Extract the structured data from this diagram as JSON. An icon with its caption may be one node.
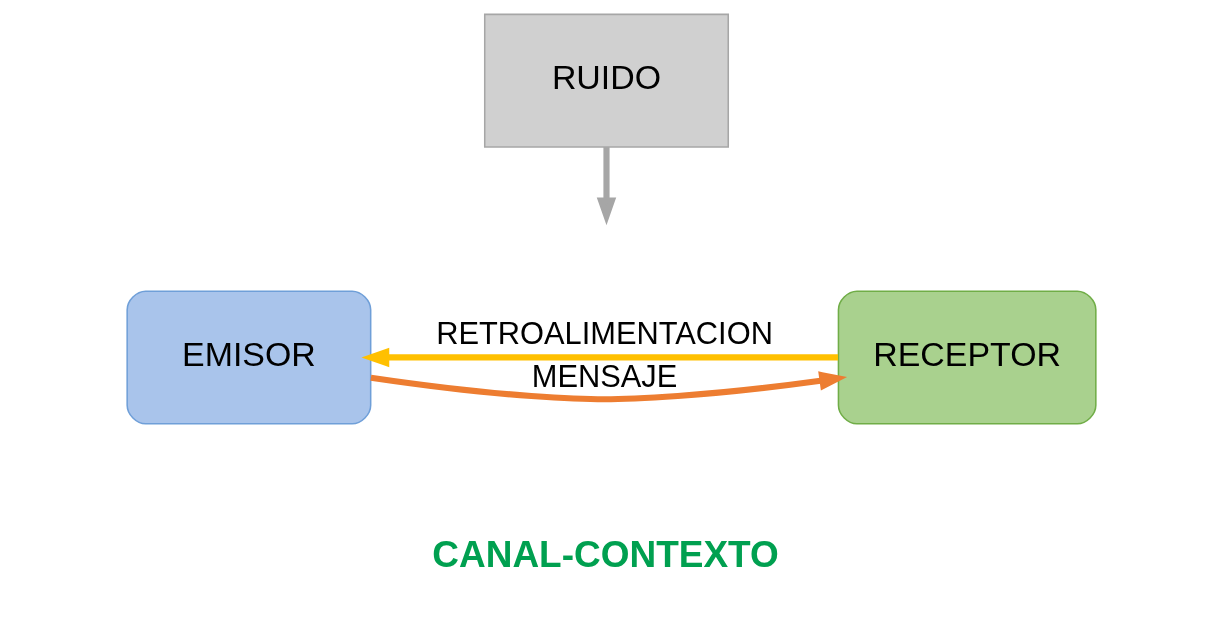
{
  "diagram": {
    "nodes": [
      {
        "text": [
          "RUIDO"
        ]
      },
      {
        "text": [
          "EMISOR"
        ]
      },
      {
        "text": [
          "RECEPTOR"
        ]
      }
    ],
    "edges": [
      {
        "from": 0,
        "to": null,
        "arrow": "to",
        "color": "#a6a6a6"
      },
      {
        "from": 1,
        "to": 2,
        "arrow": "to",
        "label": "MENSAJE",
        "color": "#ed7d31"
      },
      {
        "from": 2,
        "to": 1,
        "arrow": "to",
        "label": "RETROALIMENTACION",
        "color": "#ffc000"
      }
    ],
    "labels": [
      "CANAL-CONTEXTO"
    ]
  }
}
